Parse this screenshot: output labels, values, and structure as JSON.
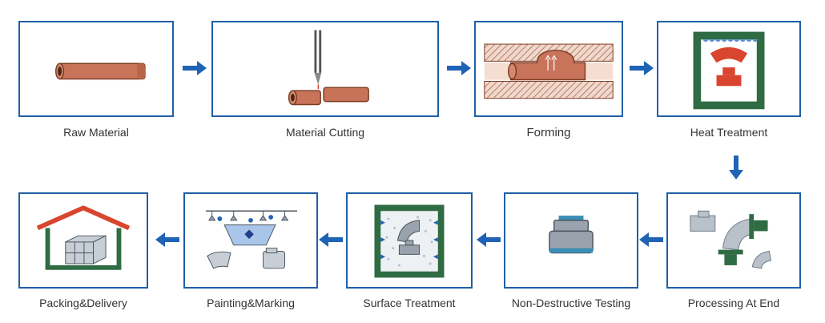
{
  "title": "",
  "colors": {
    "border": "#1f5fa6",
    "arrow": "#1f63b5",
    "pipe": "#c8745a",
    "pipe_dark": "#7a3b22",
    "green": "#2f6b43",
    "red": "#d9452e",
    "gray": "#9aa3ad"
  },
  "steps": [
    {
      "label": "Raw Material",
      "icon": "pipe-icon"
    },
    {
      "label": "Material Cutting",
      "icon": "cutting-icon"
    },
    {
      "label": "Forming",
      "icon": "forming-icon"
    },
    {
      "label": "Heat Treatment",
      "icon": "furnace-icon"
    },
    {
      "label": "Processing At End",
      "icon": "fittings-icon"
    },
    {
      "label": "Non-Destructive Testing",
      "icon": "tee-icon"
    },
    {
      "label": "Surface Treatment",
      "icon": "blasting-icon"
    },
    {
      "label": "Painting&Marking",
      "icon": "painting-icon"
    },
    {
      "label": "Packing&Delivery",
      "icon": "warehouse-icon"
    }
  ]
}
